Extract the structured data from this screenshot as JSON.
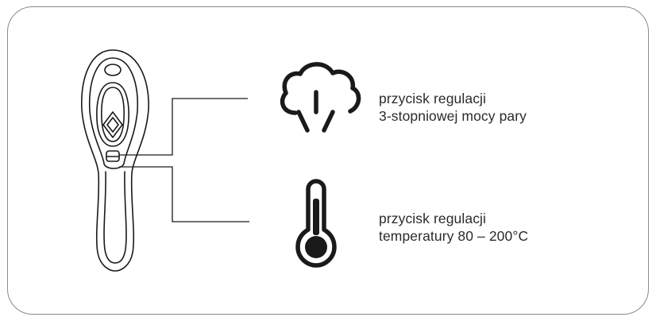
{
  "diagram": {
    "device": "hair-straightening-brush",
    "callouts": [
      {
        "id": "steam",
        "icon": "steam-cloud-icon",
        "lines": [
          "przycisk regulacji",
          "3-stopniowej mocy pary"
        ]
      },
      {
        "id": "temperature",
        "icon": "thermometer-icon",
        "lines": [
          "przycisk regulacji",
          "temperatury 80 – 200°C"
        ]
      }
    ],
    "colors": {
      "stroke": "#1a1a1a",
      "outline": "#8a8a8a",
      "text": "#2b2b2b"
    }
  }
}
